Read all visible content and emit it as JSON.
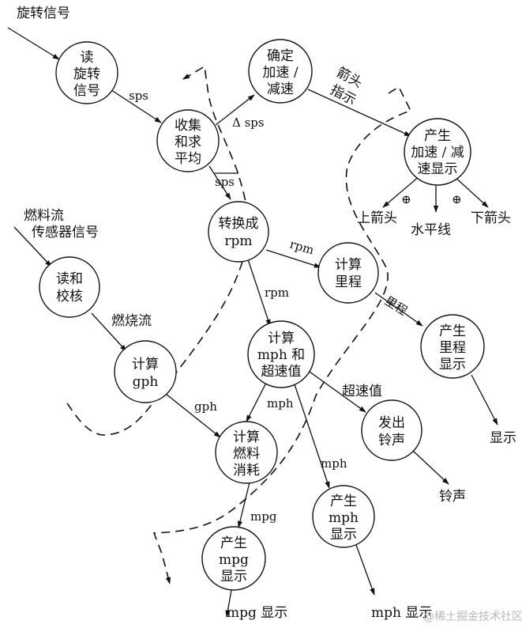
{
  "inputs": {
    "rotation_signal": "旋转信号",
    "fuel_flow_line1": "燃料流",
    "fuel_flow_line2": "传感器信号"
  },
  "nodes": {
    "read_rotation": [
      "读",
      "旋转",
      "信号"
    ],
    "collect_average": [
      "收集",
      "和求",
      "平均"
    ],
    "determine_accel": [
      "确定",
      "加速 /",
      "减速"
    ],
    "produce_accel_display": [
      "产生",
      "加速 / 减",
      "速显示"
    ],
    "convert_rpm": [
      "转换成",
      "rpm"
    ],
    "calc_mileage": [
      "计算",
      "里程"
    ],
    "mileage_display": [
      "产生",
      "里程",
      "显示"
    ],
    "calc_mph_overspeed": [
      "计算",
      "mph 和",
      "超速值"
    ],
    "sound_bell": [
      "发出",
      "铃声"
    ],
    "produce_mph_display": [
      "产生",
      "mph",
      "显示"
    ],
    "read_calibrate": [
      "读和",
      "校核"
    ],
    "calc_gph": [
      "计算",
      "gph"
    ],
    "calc_fuel_consumption": [
      "计算",
      "燃料",
      "消耗"
    ],
    "produce_mpg_display": [
      "产生",
      "mpg",
      "显示"
    ]
  },
  "labels": {
    "sps": "sps",
    "delta_sps": "Δ sps",
    "sps_bar": "sps",
    "arrow_indicator_1": "箭头",
    "arrow_indicator_2": "指示",
    "up_arrow": "上箭头",
    "horizontal_line": "水平线",
    "down_arrow": "下箭头",
    "rpm_right": "rpm",
    "rpm_down": "rpm",
    "mileage": "里程",
    "display": "显示",
    "mph_left": "mph",
    "mph_down": "mph",
    "overspeed_value": "超速值",
    "bell": "铃声",
    "mph_display": "mph 显示",
    "fuel_flow": "燃烧流",
    "gph": "gph",
    "mpg": "mpg",
    "mpg_display": "mpg 显示",
    "or_symbol": "⊕"
  },
  "watermark": "@稀土掘金技术社区"
}
